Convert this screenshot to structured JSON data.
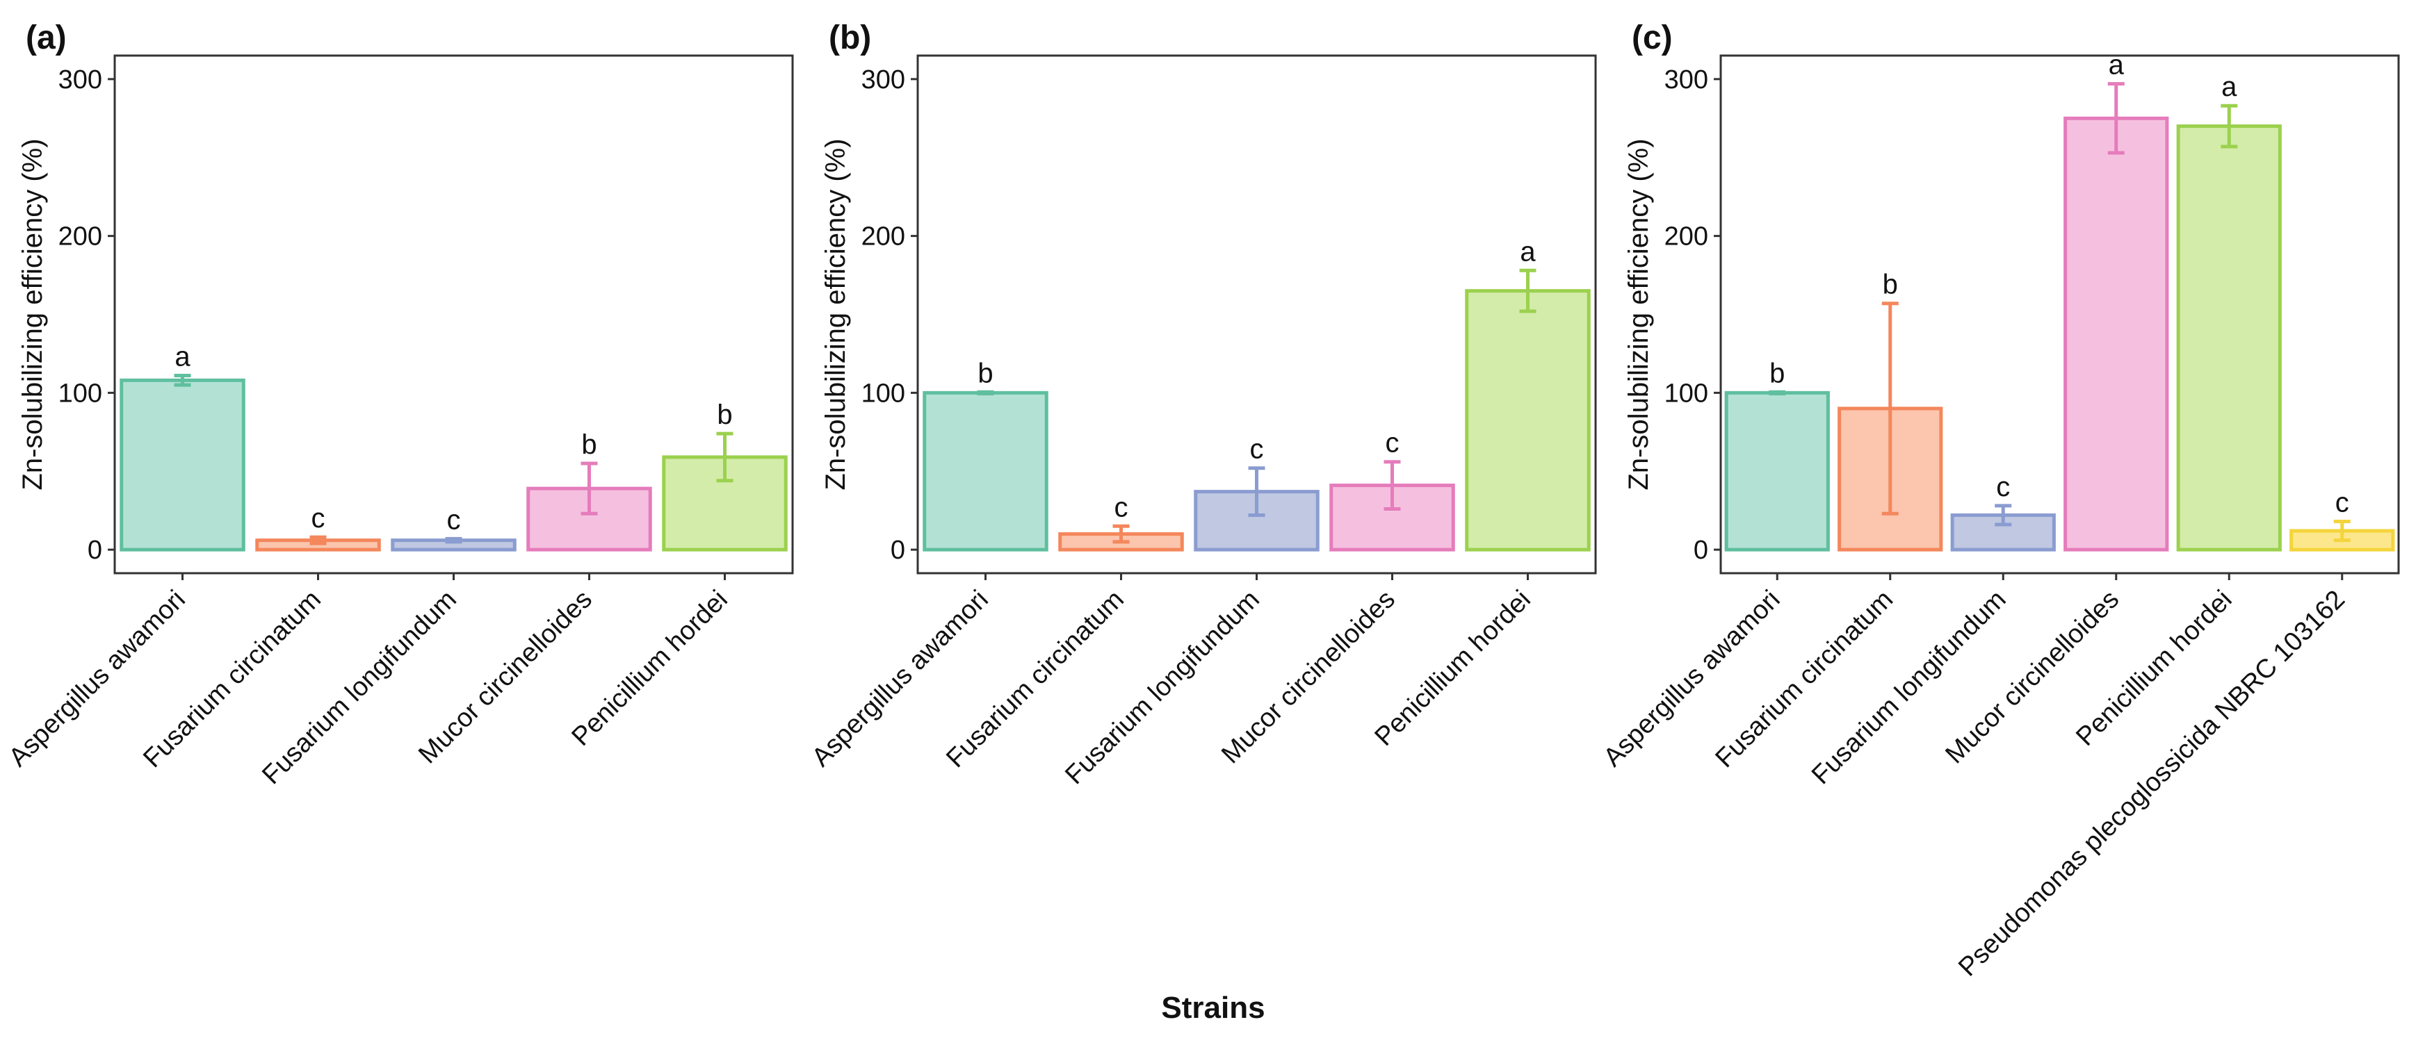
{
  "figure": {
    "xlabel": "Strains"
  },
  "colors": {
    "Aspergillus awamori": {
      "fill": "#b3e2d5",
      "stroke": "#5fbf9f"
    },
    "Fusarium circinatum": {
      "fill": "#fcc5ad",
      "stroke": "#f4875c"
    },
    "Fusarium longifundum": {
      "fill": "#c0c8e2",
      "stroke": "#8a9cd0"
    },
    "Mucor circinelloides": {
      "fill": "#f5c0df",
      "stroke": "#e57cbb"
    },
    "Penicillium hordei": {
      "fill": "#d4ecaa",
      "stroke": "#9bd14e"
    },
    "Pseudomonas plecoglossicida NBRC 103162": {
      "fill": "#fde78c",
      "stroke": "#f4d43c"
    }
  },
  "chart_data": [
    {
      "type": "bar",
      "panel": "(a)",
      "ylabel": "Zn-solubilizing efficiency (%)",
      "ylim": [
        -15,
        315
      ],
      "yticks": [
        0,
        100,
        200,
        300
      ],
      "grid": false,
      "categories": [
        "Aspergillus awamori",
        "Fusarium circinatum",
        "Fusarium longifundum",
        "Mucor circinelloides",
        "Penicillium hordei"
      ],
      "values": [
        108,
        6,
        6,
        39,
        59
      ],
      "errors": [
        3,
        2,
        1,
        16,
        15
      ],
      "significance": [
        "a",
        "c",
        "c",
        "b",
        "b"
      ]
    },
    {
      "type": "bar",
      "panel": "(b)",
      "ylabel": "Zn-solubilizing efficiency (%)",
      "ylim": [
        -15,
        315
      ],
      "yticks": [
        0,
        100,
        200,
        300
      ],
      "grid": false,
      "categories": [
        "Aspergillus awamori",
        "Fusarium circinatum",
        "Fusarium longifundum",
        "Mucor circinelloides",
        "Penicillium hordei"
      ],
      "values": [
        100,
        10,
        37,
        41,
        165
      ],
      "errors": [
        0.5,
        5,
        15,
        15,
        13
      ],
      "significance": [
        "b",
        "c",
        "c",
        "c",
        "a"
      ]
    },
    {
      "type": "bar",
      "panel": "(c)",
      "ylabel": "Zn-solubilizing efficiency (%)",
      "ylim": [
        -15,
        315
      ],
      "yticks": [
        0,
        100,
        200,
        300
      ],
      "grid": false,
      "categories": [
        "Aspergillus awamori",
        "Fusarium circinatum",
        "Fusarium longifundum",
        "Mucor circinelloides",
        "Penicillium hordei",
        "Pseudomonas plecoglossicida NBRC 103162"
      ],
      "values": [
        100,
        90,
        22,
        275,
        270,
        12
      ],
      "errors": [
        0.5,
        67,
        6,
        22,
        13,
        6
      ],
      "significance": [
        "b",
        "b",
        "c",
        "a",
        "a",
        "c"
      ]
    }
  ]
}
